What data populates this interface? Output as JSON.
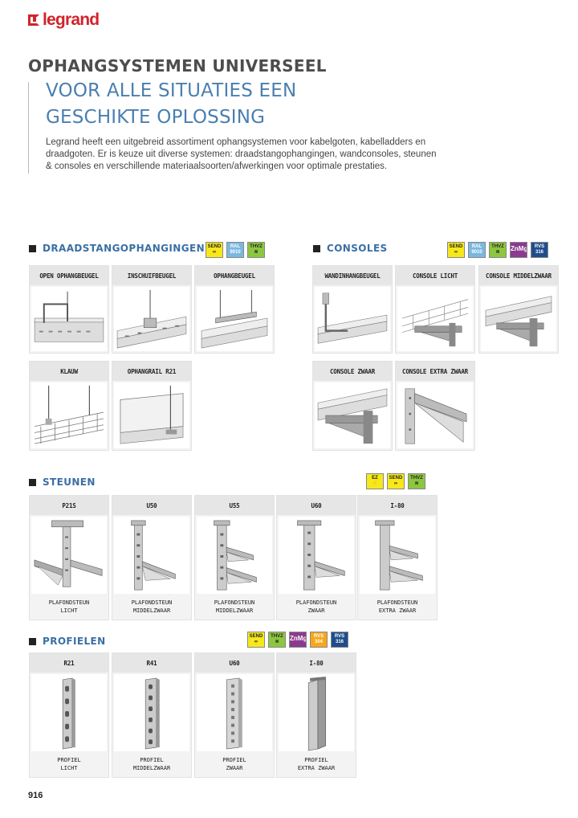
{
  "brand": {
    "name": "legrand",
    "color": "#d2232a"
  },
  "header": {
    "title_line1": "OPHANGSYSTEMEN UNIVERSEEL",
    "title_line2": "VOOR ALLE SITUATIES EEN",
    "title_line3": "GESCHIKTE OPLOSSING",
    "intro_line1": "Legrand heeft een uitgebreid assortiment ophangsystemen voor kabelgoten, kabelladders en",
    "intro_line2": "draadgoten. Er is keuze uit diverse systemen: draadstangophangingen, wandconsoles, steunen",
    "intro_line3": "& consoles en verschillende materiaalsoorten/afwerkingen voor optimale prestaties."
  },
  "sections": {
    "draadstang": {
      "title": "DRAADSTANGOPHANGINGEN",
      "badges": [
        {
          "l1": "SEND",
          "l2": "∞"
        },
        {
          "l1": "RAL",
          "l2": "9010"
        },
        {
          "l1": "THVZ",
          "l2": "≋"
        }
      ],
      "items": [
        "OPEN OPHANGBEUGEL",
        "INSCHUIFBEUGEL",
        "OPHANGBEUGEL",
        "KLAUW",
        "OPHANGRAIL R21"
      ]
    },
    "consoles": {
      "title": "CONSOLES",
      "badges": [
        {
          "l1": "SEND",
          "l2": "∞"
        },
        {
          "l1": "RAL",
          "l2": "9010"
        },
        {
          "l1": "THVZ",
          "l2": "≋"
        },
        {
          "l1": "ZnMg",
          "l2": ""
        },
        {
          "l1": "RVS",
          "l2": "316"
        }
      ],
      "items": [
        "WANDINHANGBEUGEL",
        "CONSOLE LICHT",
        "CONSOLE MIDDELZWAAR",
        "CONSOLE ZWAAR",
        "CONSOLE EXTRA ZWAAR"
      ]
    },
    "steunen": {
      "title": "STEUNEN",
      "badges": [
        {
          "l1": "EZ",
          "l2": "⚡"
        },
        {
          "l1": "SEND",
          "l2": "∞"
        },
        {
          "l1": "THVZ",
          "l2": "≋"
        }
      ],
      "items": [
        {
          "label": "P21S",
          "cap1": "PLAFONDSTEUN",
          "cap2": "LICHT"
        },
        {
          "label": "U50",
          "cap1": "PLAFONDSTEUN",
          "cap2": "MIDDELZWAAR"
        },
        {
          "label": "U55",
          "cap1": "PLAFONDSTEUN",
          "cap2": "MIDDELZWAAR"
        },
        {
          "label": "U60",
          "cap1": "PLAFONDSTEUN",
          "cap2": "ZWAAR"
        },
        {
          "label": "I-80",
          "cap1": "PLAFONDSTEUN",
          "cap2": "EXTRA ZWAAR"
        }
      ]
    },
    "profielen": {
      "title": "PROFIELEN",
      "badges": [
        {
          "l1": "SEND",
          "l2": "∞"
        },
        {
          "l1": "THVZ",
          "l2": "≋"
        },
        {
          "l1": "ZnMg",
          "l2": ""
        },
        {
          "l1": "RVS",
          "l2": "304"
        },
        {
          "l1": "RVS",
          "l2": "316"
        }
      ],
      "items": [
        {
          "label": "R21",
          "cap1": "PROFIEL",
          "cap2": "LICHT"
        },
        {
          "label": "R41",
          "cap1": "PROFIEL",
          "cap2": "MIDDELZWAAR"
        },
        {
          "label": "U60",
          "cap1": "PROFIEL",
          "cap2": "ZWAAR"
        },
        {
          "label": "I-80",
          "cap1": "PROFIEL",
          "cap2": "EXTRA ZWAAR"
        }
      ]
    }
  },
  "footer": {
    "page_number": "916"
  }
}
